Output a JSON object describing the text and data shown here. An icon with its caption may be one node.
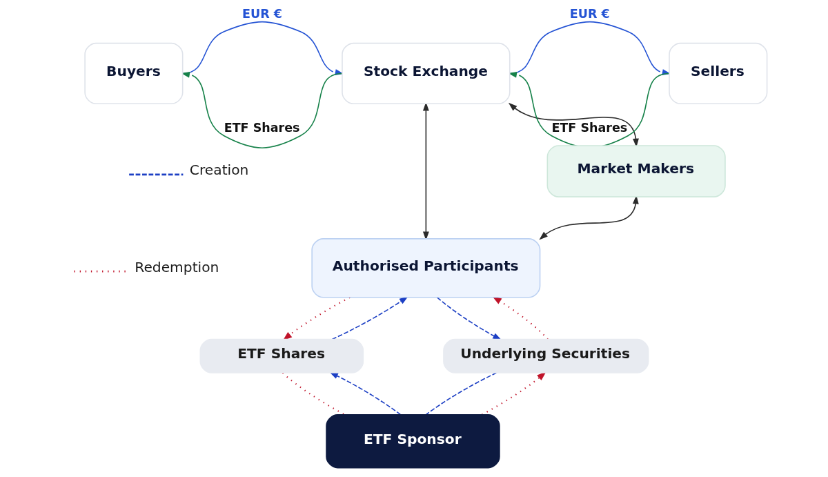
{
  "diagram": {
    "nodes": [
      {
        "text": [
          "Buyers"
        ]
      },
      {
        "text": [
          "Stock Exchange"
        ]
      },
      {
        "text": [
          "Sellers"
        ]
      },
      {
        "text": [
          "Market Makers"
        ]
      },
      {
        "text": [
          "Authorised Participants"
        ]
      },
      {
        "text": [
          "ETF Shares"
        ]
      },
      {
        "text": [
          "Underlying Securities"
        ]
      },
      {
        "text": [
          "ETF Sponsor"
        ]
      }
    ],
    "edges": [
      {
        "from": 0,
        "to": 1,
        "arrow": "to",
        "label": "EUR €",
        "color": "#2453d4"
      },
      {
        "from": 1,
        "to": 0,
        "arrow": "to",
        "label": "ETF Shares",
        "color": "#17824a"
      },
      {
        "from": 1,
        "to": 2,
        "arrow": "to",
        "label": "EUR €",
        "color": "#2453d4"
      },
      {
        "from": 2,
        "to": 1,
        "arrow": "to",
        "label": "ETF Shares",
        "color": "#17824a"
      },
      {
        "from": 1,
        "to": 4,
        "arrow": "both",
        "color": "#2b2b2b"
      },
      {
        "from": 1,
        "to": 3,
        "arrow": "both",
        "color": "#2b2b2b"
      },
      {
        "from": 4,
        "to": 3,
        "arrow": "both",
        "color": "#2b2b2b"
      },
      {
        "from": 5,
        "to": 4,
        "arrow": "to",
        "style": "dashed",
        "color": "#1c3fc4"
      },
      {
        "from": 4,
        "to": 5,
        "arrow": "to",
        "style": "dashed",
        "color": "#c0142a"
      },
      {
        "from": 4,
        "to": 6,
        "arrow": "to",
        "style": "dashed",
        "color": "#1c3fc4"
      },
      {
        "from": 6,
        "to": 4,
        "arrow": "to",
        "style": "dashed",
        "color": "#c0142a"
      },
      {
        "from": 7,
        "to": 5,
        "arrow": "to",
        "style": "dashed",
        "color": "#1c3fc4"
      },
      {
        "from": 5,
        "to": 7,
        "arrow": "none",
        "style": "dashed",
        "color": "#c0142a"
      },
      {
        "from": 7,
        "to": 6,
        "arrow": "to",
        "style": "dashed",
        "color": "#c0142a"
      },
      {
        "from": 6,
        "to": 7,
        "arrow": "none",
        "style": "dashed",
        "color": "#1c3fc4"
      }
    ],
    "legend": [
      {
        "text": "Creation"
      },
      {
        "text": "Redemption"
      }
    ]
  }
}
